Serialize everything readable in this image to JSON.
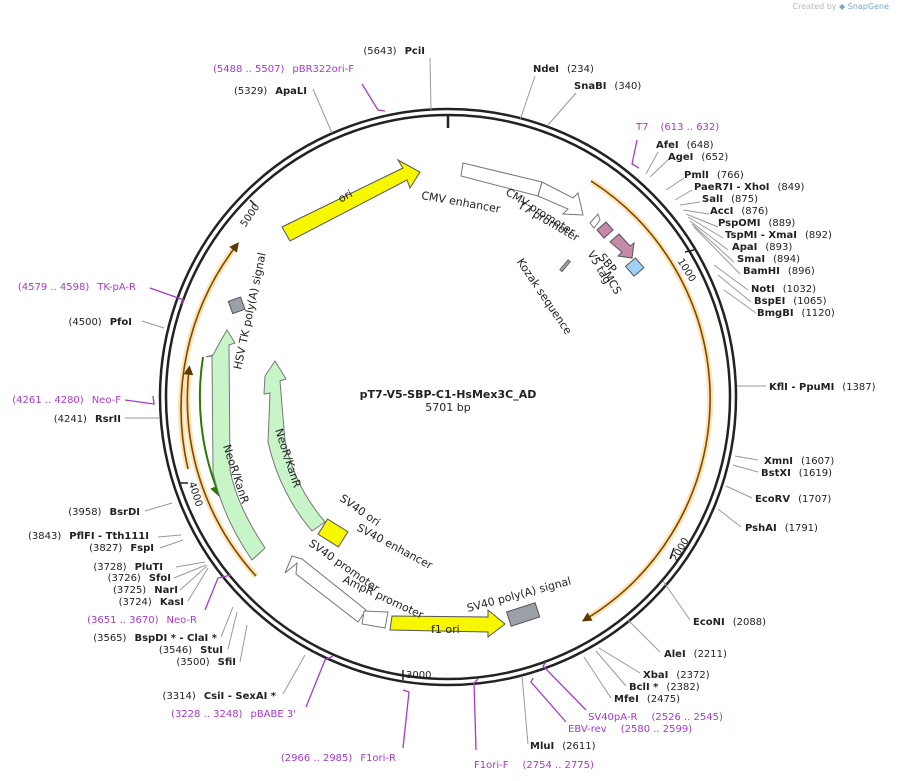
{
  "credit": {
    "prefix": "Created by",
    "brand": "SnapGene"
  },
  "plasmid": {
    "name": "pT7-V5-SBP-C1-HsMex3C_AD",
    "length_label": "5701 bp",
    "length": 5701
  },
  "colors": {
    "backbone": "#222222",
    "ori": "#f7f700",
    "neo": "#c8f5c8",
    "promoter": "#ffffff",
    "primer": "#a63ac9",
    "orf": "#ff8800",
    "v5": "#c48aa8",
    "mcs": "#a0d0f8",
    "polyA": "#9aa0a6",
    "tick": "#444444"
  },
  "ticks": [
    "1000",
    "2000",
    "3000",
    "4000",
    "5000"
  ],
  "sites_right": [
    {
      "name": "NdeI",
      "pos": "(234)"
    },
    {
      "name": "SnaBI",
      "pos": "(340)"
    },
    {
      "name": "AfeI",
      "pos": "(648)"
    },
    {
      "name": "AgeI",
      "pos": "(652)"
    },
    {
      "name": "PmlI",
      "pos": "(766)"
    },
    {
      "name": "PaeR7I",
      "sep": " - ",
      "name2": "XhoI",
      "pos": "(849)"
    },
    {
      "name": "SalI",
      "pos": "(875)"
    },
    {
      "name": "AccI",
      "pos": "(876)"
    },
    {
      "name": "PspOMI",
      "pos": "(889)"
    },
    {
      "name": "TspMI",
      "sep": " - ",
      "name2": "XmaI",
      "pos": "(892)"
    },
    {
      "name": "ApaI",
      "pos": "(893)"
    },
    {
      "name": "SmaI",
      "pos": "(894)"
    },
    {
      "name": "BamHI",
      "pos": "(896)"
    },
    {
      "name": "NotI",
      "pos": "(1032)"
    },
    {
      "name": "BspEI",
      "pos": "(1065)"
    },
    {
      "name": "BmgBI",
      "pos": "(1120)"
    },
    {
      "name": "KflI",
      "sep": " - ",
      "name2": "PpuMI",
      "pos": "(1387)"
    },
    {
      "name": "XmnI",
      "pos": "(1607)"
    },
    {
      "name": "BstXI",
      "pos": "(1619)"
    },
    {
      "name": "EcoRV",
      "pos": "(1707)"
    },
    {
      "name": "PshAI",
      "pos": "(1791)"
    },
    {
      "name": "EcoNI",
      "pos": "(2088)"
    },
    {
      "name": "AleI",
      "pos": "(2211)"
    },
    {
      "name": "XbaI",
      "pos": "(2372)"
    },
    {
      "name": "BclI *",
      "pos": "(2382)"
    },
    {
      "name": "MfeI",
      "pos": "(2475)"
    },
    {
      "name": "MluI",
      "pos": "(2611)"
    }
  ],
  "sites_left": [
    {
      "name": "PciI",
      "pos": "(5643)"
    },
    {
      "name": "ApaLI",
      "pos": "(5329)"
    },
    {
      "name": "PfoI",
      "pos": "(4500)"
    },
    {
      "name": "RsrII",
      "pos": "(4241)"
    },
    {
      "name": "BsrDI",
      "pos": "(3958)"
    },
    {
      "name": "PflFI",
      "sep": " - ",
      "name2": "Tth111I",
      "pos": "(3843)"
    },
    {
      "name": "FspI",
      "pos": "(3827)"
    },
    {
      "name": "PluTI",
      "pos": "(3728)"
    },
    {
      "name": "SfoI",
      "pos": "(3726)"
    },
    {
      "name": "NarI",
      "pos": "(3725)"
    },
    {
      "name": "KasI",
      "pos": "(3724)"
    },
    {
      "name": "BspDI *",
      "sep": " - ",
      "name2": "ClaI *",
      "pos": "(3565)"
    },
    {
      "name": "StuI",
      "pos": "(3546)"
    },
    {
      "name": "SfiI",
      "pos": "(3500)"
    },
    {
      "name": "CsiI",
      "sep": " - ",
      "name2": "SexAI *",
      "pos": "(3314)"
    }
  ],
  "primers": [
    {
      "name": "pBR322ori-F",
      "range": "(5488 .. 5507)"
    },
    {
      "name": "T7",
      "range": "(613 .. 632)"
    },
    {
      "name": "TK-pA-R",
      "range": "(4579 .. 4598)"
    },
    {
      "name": "Neo-F",
      "range": "(4261 .. 4280)"
    },
    {
      "name": "Neo-R",
      "range": "(3651 .. 3670)"
    },
    {
      "name": "pBABE 3'",
      "range": "(3228 .. 3248)"
    },
    {
      "name": "F1ori-R",
      "range": "(2966 .. 2985)"
    },
    {
      "name": "F1ori-F",
      "range": "(2754 .. 2775)"
    },
    {
      "name": "SV40pA-R",
      "range": "(2526 .. 2545)"
    },
    {
      "name": "EBV-rev",
      "range": "(2580 .. 2599)"
    }
  ],
  "features": [
    {
      "name": "ori"
    },
    {
      "name": "CMV enhancer"
    },
    {
      "name": "CMV promoter"
    },
    {
      "name": "T7 promoter"
    },
    {
      "name": "SBP"
    },
    {
      "name": "V5 tag"
    },
    {
      "name": "MCS"
    },
    {
      "name": "Kozak sequence"
    },
    {
      "name": "HSV TK poly(A) signal"
    },
    {
      "name": "NeoR/KanR"
    },
    {
      "name": "NeoR/KanR"
    },
    {
      "name": "SV40 ori"
    },
    {
      "name": "SV40 enhancer"
    },
    {
      "name": "SV40 promoter"
    },
    {
      "name": "AmpR promoter"
    },
    {
      "name": "f1 ori"
    },
    {
      "name": "SV40 poly(A) signal"
    }
  ]
}
